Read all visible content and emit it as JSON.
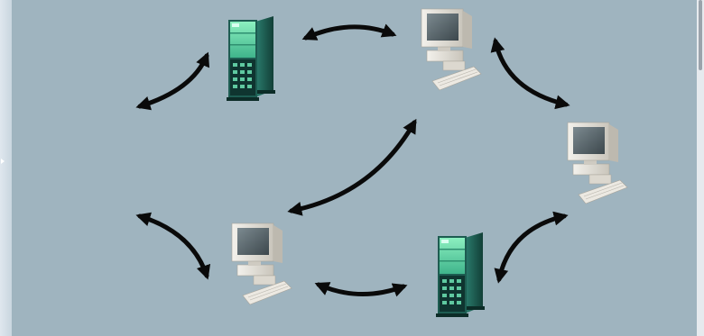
{
  "diagram": {
    "nodes": [
      {
        "id": "server-top",
        "kind": "tower-server",
        "icon": "tower-server-icon"
      },
      {
        "id": "pc-top",
        "kind": "desktop-computer",
        "icon": "desktop-computer-icon"
      },
      {
        "id": "mainframe-left",
        "kind": "rack-server",
        "icon": "rack-server-icon"
      },
      {
        "id": "pc-right",
        "kind": "desktop-computer",
        "icon": "desktop-computer-icon"
      },
      {
        "id": "pc-bottom",
        "kind": "desktop-computer",
        "icon": "desktop-computer-icon"
      },
      {
        "id": "server-bottom",
        "kind": "tower-server",
        "icon": "tower-server-icon"
      }
    ],
    "links": [
      {
        "from": "server-top",
        "to": "pc-top",
        "direction": "both"
      },
      {
        "from": "server-top",
        "to": "mainframe-left",
        "direction": "both"
      },
      {
        "from": "pc-top",
        "to": "pc-right",
        "direction": "both"
      },
      {
        "from": "pc-top",
        "to": "pc-bottom",
        "direction": "both"
      },
      {
        "from": "mainframe-left",
        "to": "pc-bottom",
        "direction": "both"
      },
      {
        "from": "pc-bottom",
        "to": "server-bottom",
        "direction": "both"
      },
      {
        "from": "server-bottom",
        "to": "pc-right",
        "direction": "both"
      }
    ]
  },
  "colors": {
    "canvas_background": "#9fb4bf",
    "page_background": "#c9d6df",
    "arrow": "#0a0a0a",
    "server_teal": "#2d8a78",
    "server_face_green": "#6fd6a8",
    "server_dark": "#0f3a33",
    "computer_beige": "#e4e1d9",
    "rack_gray": "#d6d6d6"
  }
}
